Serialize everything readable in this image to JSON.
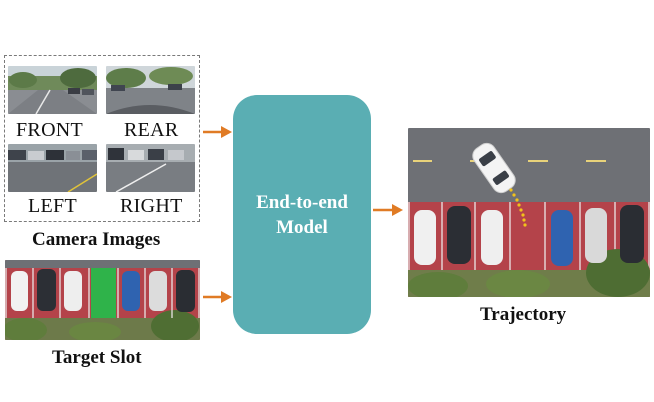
{
  "camera_group": {
    "caption": "Camera Images",
    "views": [
      {
        "label": "FRONT"
      },
      {
        "label": "REAR"
      },
      {
        "label": "LEFT"
      },
      {
        "label": "RIGHT"
      }
    ]
  },
  "target_slot": {
    "caption": "Target Slot"
  },
  "model": {
    "label": "End-to-end\nModel"
  },
  "output": {
    "caption": "Trajectory"
  },
  "colors": {
    "model_fill": "#5aaeb3",
    "arrow": "#e07b25",
    "trajectory_dots": "#f2c21b",
    "target_slot_highlight": "#2fb34a",
    "parking_stall": "#b4434a",
    "asphalt": "#6e7075"
  }
}
